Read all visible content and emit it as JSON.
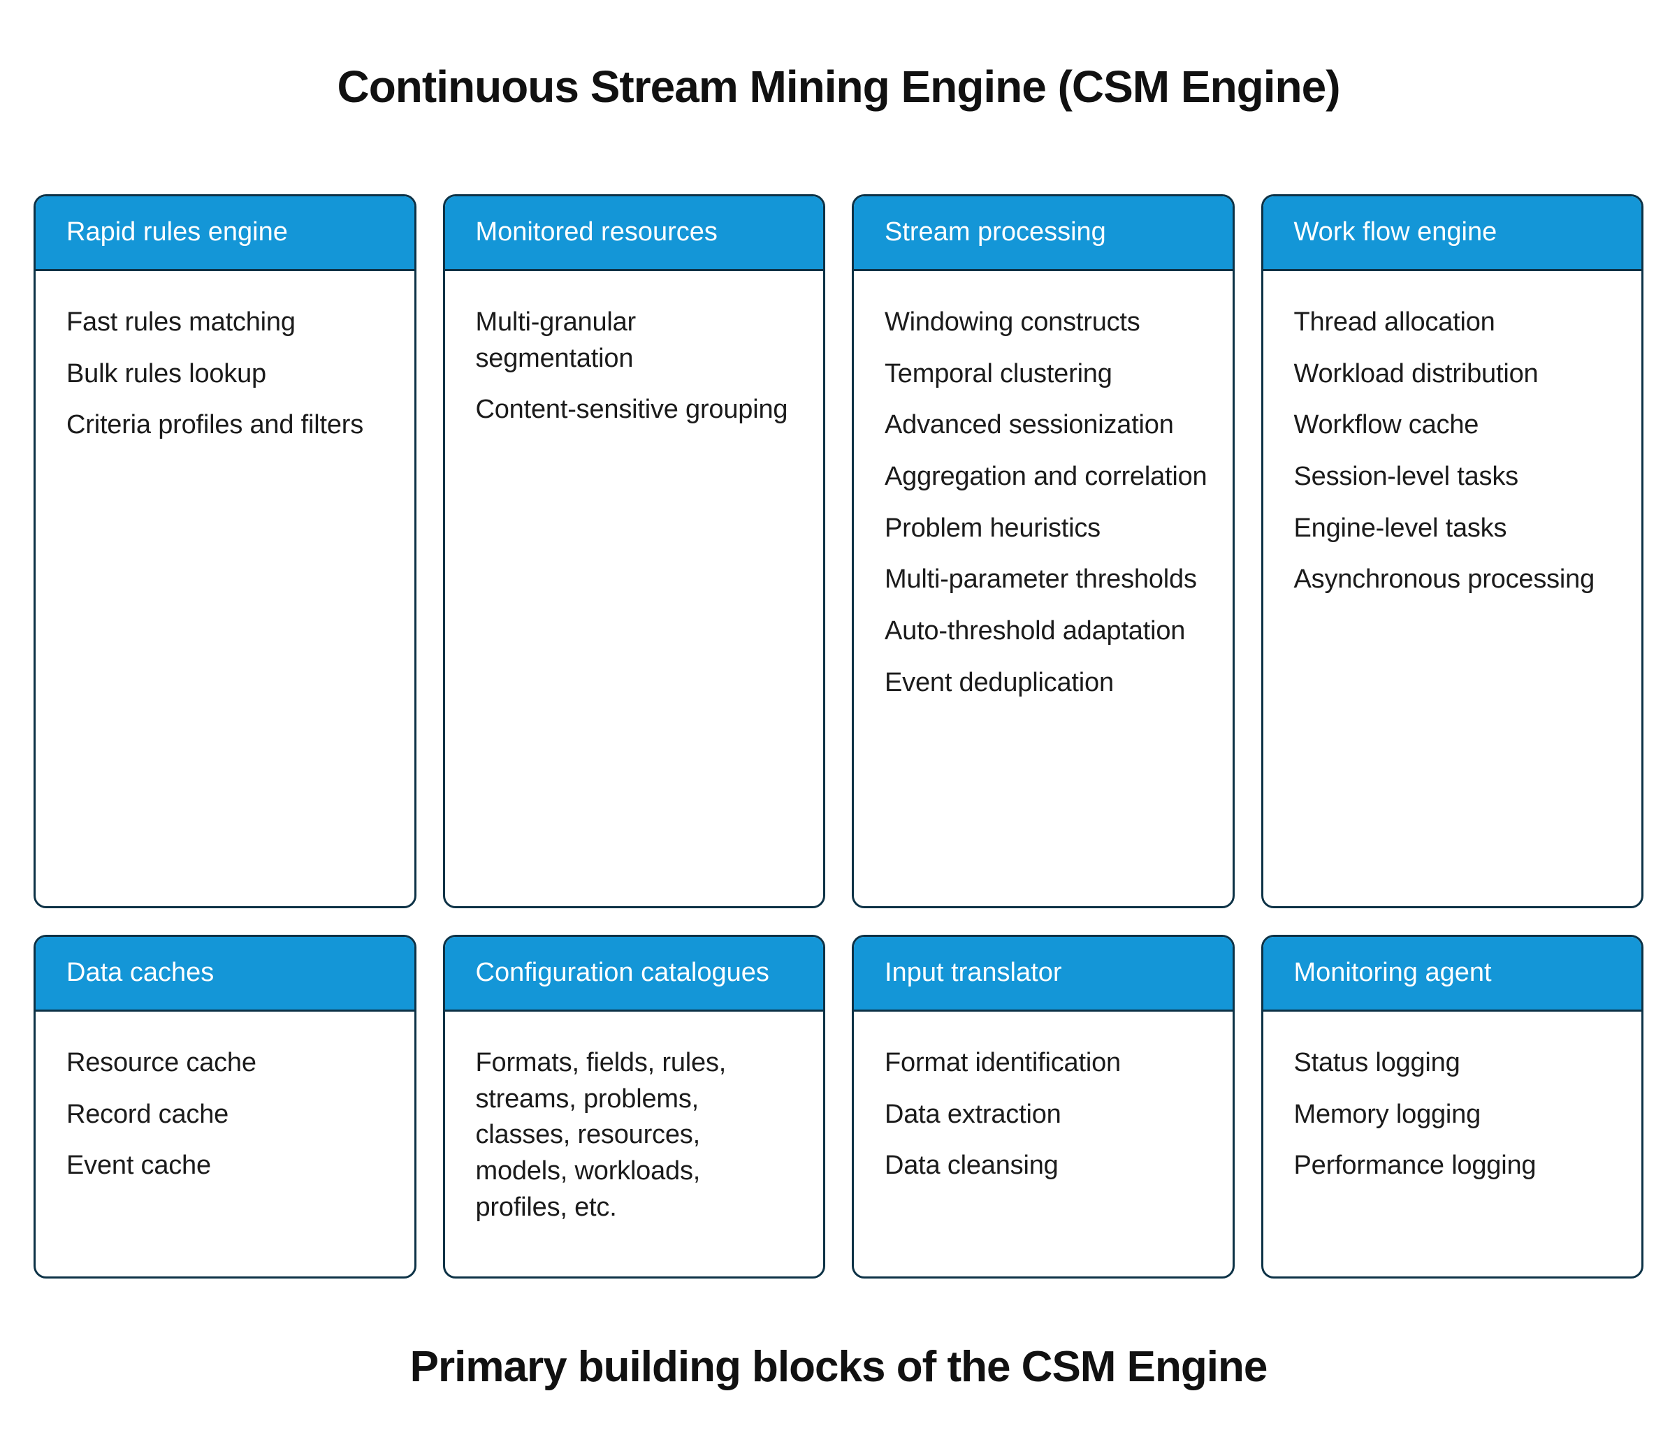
{
  "title": "Continuous Stream Mining Engine (CSM Engine)",
  "caption": "Primary building blocks of the CSM Engine",
  "colors": {
    "header_bg": "#1496d7",
    "card_border": "#0d3246",
    "header_text": "#ffffff",
    "body_text": "#1b1b1b",
    "title_text": "#111111"
  },
  "cards": [
    {
      "title": "Rapid rules engine",
      "items": [
        "Fast rules matching",
        "Bulk rules lookup",
        "Criteria profiles and filters"
      ]
    },
    {
      "title": "Monitored resources",
      "items": [
        "Multi-granular segmentation",
        "Content-sensitive grouping"
      ]
    },
    {
      "title": "Stream processing",
      "items": [
        "Windowing constructs",
        "Temporal clustering",
        "Advanced sessionization",
        "Aggregation and correlation",
        "Problem heuristics",
        "Multi-parameter thresholds",
        "Auto-threshold adaptation",
        "Event deduplication"
      ]
    },
    {
      "title": "Work flow engine",
      "items": [
        "Thread allocation",
        "Workload distribution",
        "Workflow cache",
        "Session-level tasks",
        "Engine-level tasks",
        "Asynchronous processing"
      ]
    },
    {
      "title": "Data caches",
      "items": [
        "Resource cache",
        "Record cache",
        "Event cache"
      ]
    },
    {
      "title": "Configuration catalogues",
      "items": [
        "Formats, fields, rules, streams, problems, classes, resources, models, workloads, profiles, etc."
      ]
    },
    {
      "title": "Input translator",
      "items": [
        "Format identification",
        "Data extraction",
        "Data cleansing"
      ]
    },
    {
      "title": "Monitoring agent",
      "items": [
        "Status logging",
        "Memory logging",
        "Performance logging"
      ]
    }
  ]
}
